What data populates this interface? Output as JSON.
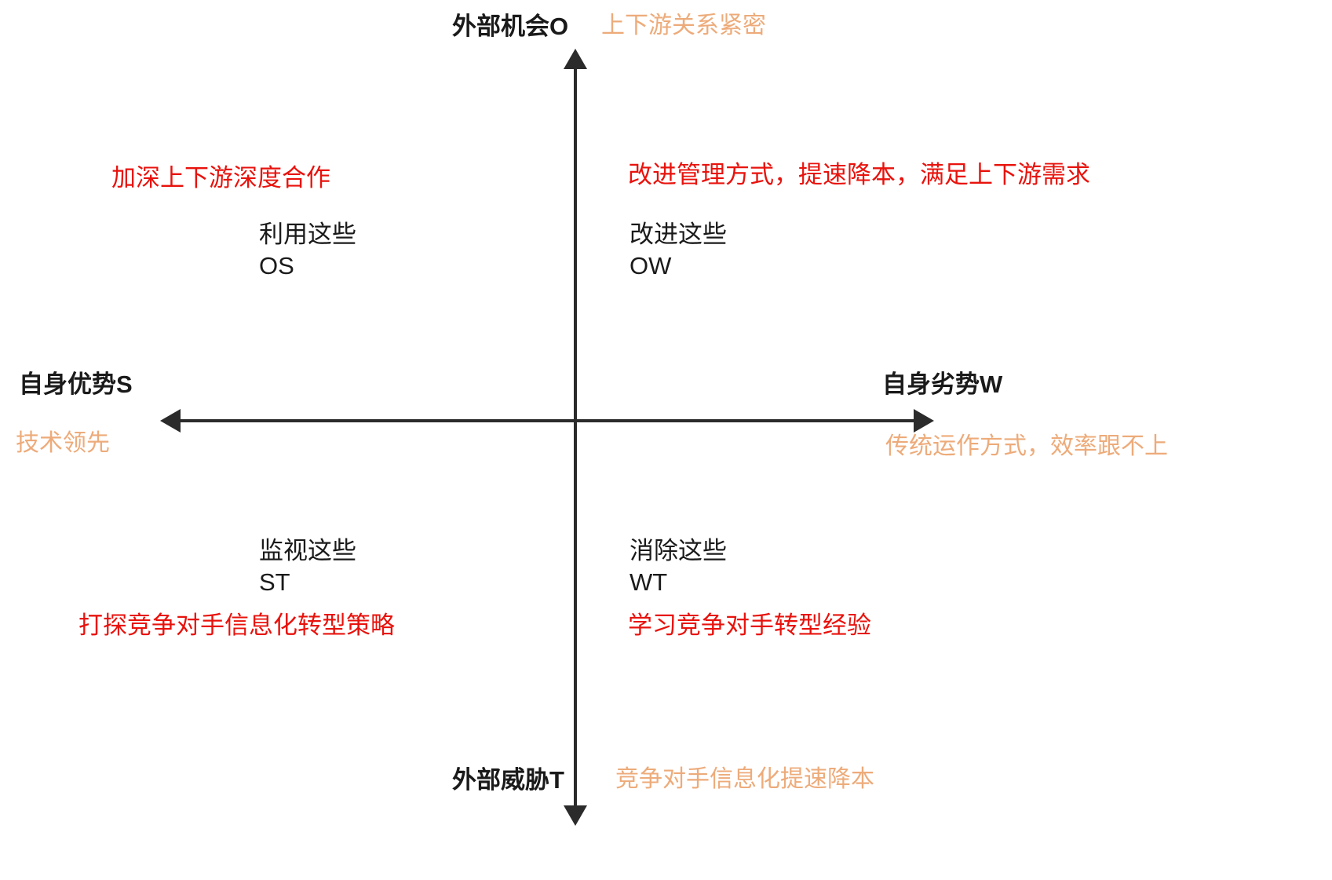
{
  "diagram": {
    "type": "swot-matrix",
    "colors": {
      "axis": "#2b2b2b",
      "strategy_text": "#e8120c",
      "hint_text": "#edab7a",
      "body_text": "#1a1a1a",
      "background": "#ffffff"
    }
  },
  "axes": {
    "top": {
      "label": "外部机会O",
      "hint": "上下游关系紧密"
    },
    "left": {
      "label": "自身优势S",
      "hint": "技术领先"
    },
    "right": {
      "label": "自身劣势W",
      "hint": "传统运作方式，效率跟不上"
    },
    "bottom": {
      "label": "外部威胁T",
      "hint": "竞争对手信息化提速降本"
    }
  },
  "quadrants": {
    "os": {
      "code": "OS",
      "action": "利用这些",
      "strategy": "加深上下游深度合作"
    },
    "ow": {
      "code": "OW",
      "action": "改进这些",
      "strategy": "改进管理方式，提速降本，满足上下游需求"
    },
    "st": {
      "code": "ST",
      "action": "监视这些",
      "strategy": "打探竞争对手信息化转型策略"
    },
    "wt": {
      "code": "WT",
      "action": "消除这些",
      "strategy": "学习竞争对手转型经验"
    }
  }
}
